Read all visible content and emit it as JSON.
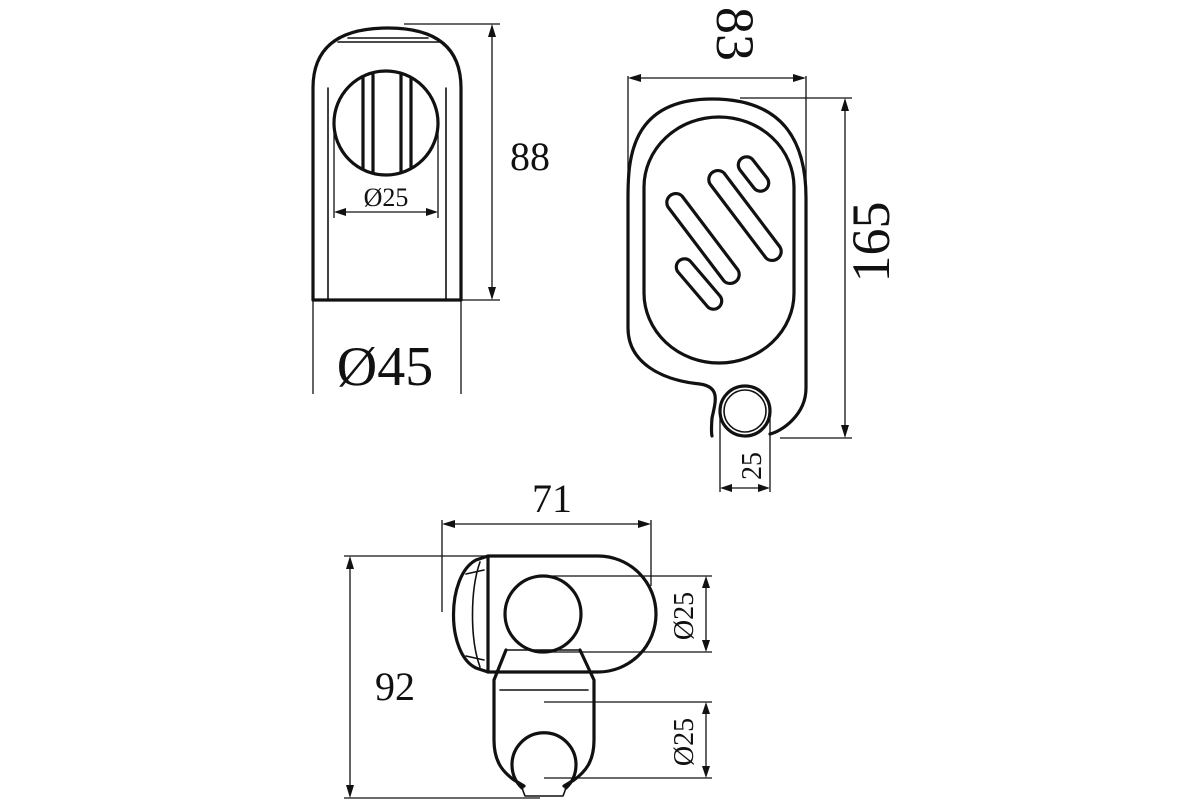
{
  "diagram": {
    "colors": {
      "stroke": "#111111",
      "background": "#ffffff"
    },
    "top_left_view": {
      "height_label": "88",
      "inner_diameter_label": "Ø25",
      "outer_diameter_label": "Ø45"
    },
    "top_right_view": {
      "width_label": "83",
      "height_label": "165",
      "ring_diameter_label": "25"
    },
    "bottom_view": {
      "width_label": "71",
      "height_label": "92",
      "upper_diameter_label": "Ø25",
      "lower_diameter_label": "Ø25"
    }
  }
}
